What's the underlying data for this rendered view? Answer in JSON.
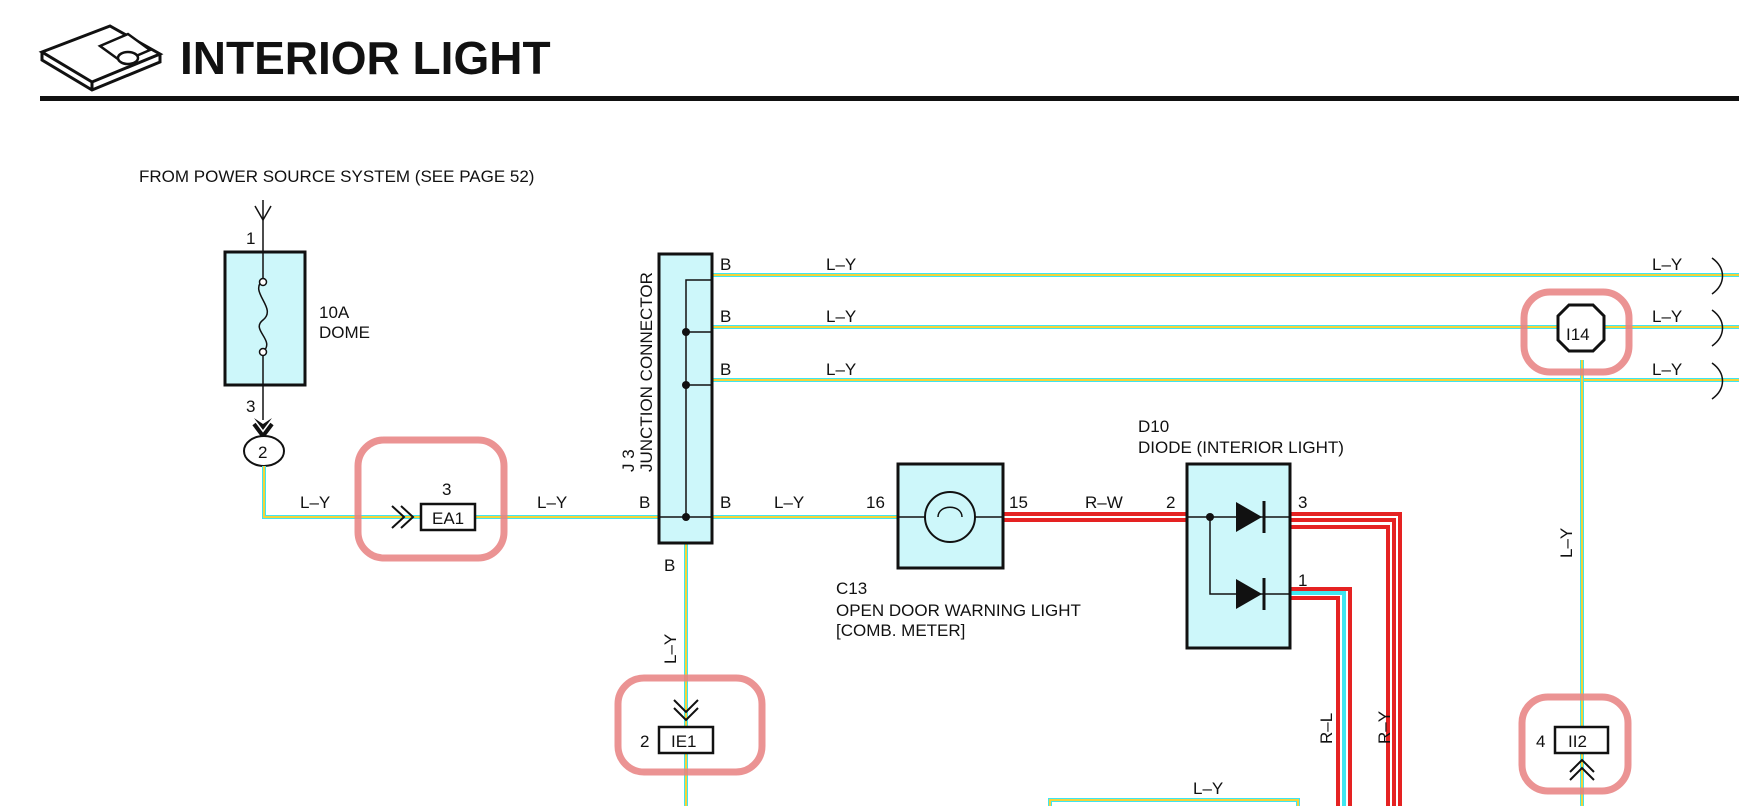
{
  "header": {
    "title": "INTERIOR LIGHT",
    "logo_icon": "dome-light-icon"
  },
  "source_note": "FROM POWER SOURCE SYSTEM (SEE PAGE 52)",
  "colors": {
    "wire_ly": "#3fe6f0",
    "wire_ly_stripe": "#f5d23a",
    "wire_red": "#e52222",
    "component_fill": "#cdf7fa",
    "highlight": "#e88080"
  },
  "fuse": {
    "pin_top": "1",
    "pin_bottom": "3",
    "rating": "10A",
    "name": "DOME"
  },
  "connectors": {
    "c2": "2",
    "ea1": {
      "id": "EA1",
      "pin": "3"
    },
    "ie1": {
      "id": "IE1",
      "pin": "2"
    },
    "i14": {
      "id": "I14"
    },
    "ii2": {
      "id": "II2",
      "pin": "4"
    }
  },
  "junction": {
    "code": "J 3",
    "name": "JUNCTION CONNECTOR",
    "pins": {
      "p1": "B",
      "p2": "B",
      "p3": "B",
      "left": "B",
      "right": "B",
      "bottom": "B"
    }
  },
  "wires": {
    "ly": "L–Y",
    "rw": "R–W",
    "rl": "R–L",
    "ry": "R–Y"
  },
  "c13": {
    "code": "C13",
    "name": "OPEN DOOR WARNING LIGHT",
    "sub": "[COMB.  METER]",
    "pin_in": "16",
    "pin_out": "15"
  },
  "d10": {
    "code": "D10",
    "name": "DIODE (INTERIOR LIGHT)",
    "pin_in": "2",
    "pin_out1": "3",
    "pin_out2": "1"
  }
}
